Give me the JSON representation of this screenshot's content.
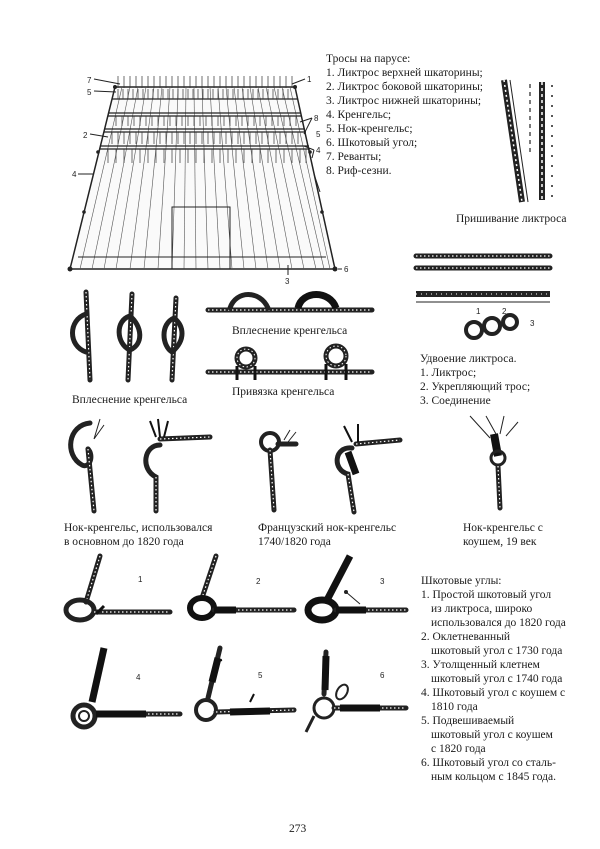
{
  "sail_legend": {
    "title": "Тросы на парусе:",
    "items": [
      "1. Ликтрос верхней шкаторины;",
      "2. Ликтрос боковой шкаторины;",
      "3. Ликтрос нижней шкаторины;",
      "4. Кренгельс;",
      "5. Нок-кренгельс;",
      "6. Шкотовый угол;",
      "7. Реванты;",
      "8. Риф-сезни."
    ]
  },
  "sail_numbers": [
    "7",
    "5",
    "1",
    "8",
    "2",
    "5",
    "4",
    "4",
    "3",
    "6"
  ],
  "captions": {
    "boltrope_sewing": "Пришивание ликтроса",
    "cringle_splice_left": "Вплеснение кренгельса",
    "cringle_splice_right": "Вплеснение кренгельса",
    "cringle_seizing": "Привязка кренгельса",
    "earing_1820_line1": "Нок-кренгельс, использовался",
    "earing_1820_line2": "в основном до 1820 года",
    "french_earing_line1": "Французский нок-кренгельс",
    "french_earing_line2": "1740/1820 года",
    "earing_thimble_line1": "Нок-кренгельс с",
    "earing_thimble_line2": "коушем, 19 век"
  },
  "boltrope_doubling": {
    "title": "Удвоение ликтроса.",
    "items": [
      "1. Ликтрос;",
      "2. Укрепляющий трос;",
      "3. Соединение"
    ],
    "numbers": [
      "1",
      "2",
      "3"
    ]
  },
  "clew_legend": {
    "title": "Шкотовые углы:",
    "items": [
      [
        "1. Простой шкотовый угол",
        "из ликтроса, широко",
        "использовался до 1820 года"
      ],
      [
        "2. Оклетневанный",
        "шкотовый угол с 1730 года"
      ],
      [
        "3. Утолщенный клетнем",
        "шкотовый угол с 1740 года"
      ],
      [
        "4. Шкотовый угол с коушем с",
        "1810 года"
      ],
      [
        "5. Подвешиваемый",
        "шкотовый угол с коушем",
        "с 1820 года"
      ],
      [
        "6. Шкотовый угол со сталь-",
        "ным кольцом с 1845 года."
      ]
    ],
    "figure_numbers": [
      "1",
      "2",
      "3",
      "4",
      "5",
      "6"
    ]
  },
  "page_number": "273"
}
